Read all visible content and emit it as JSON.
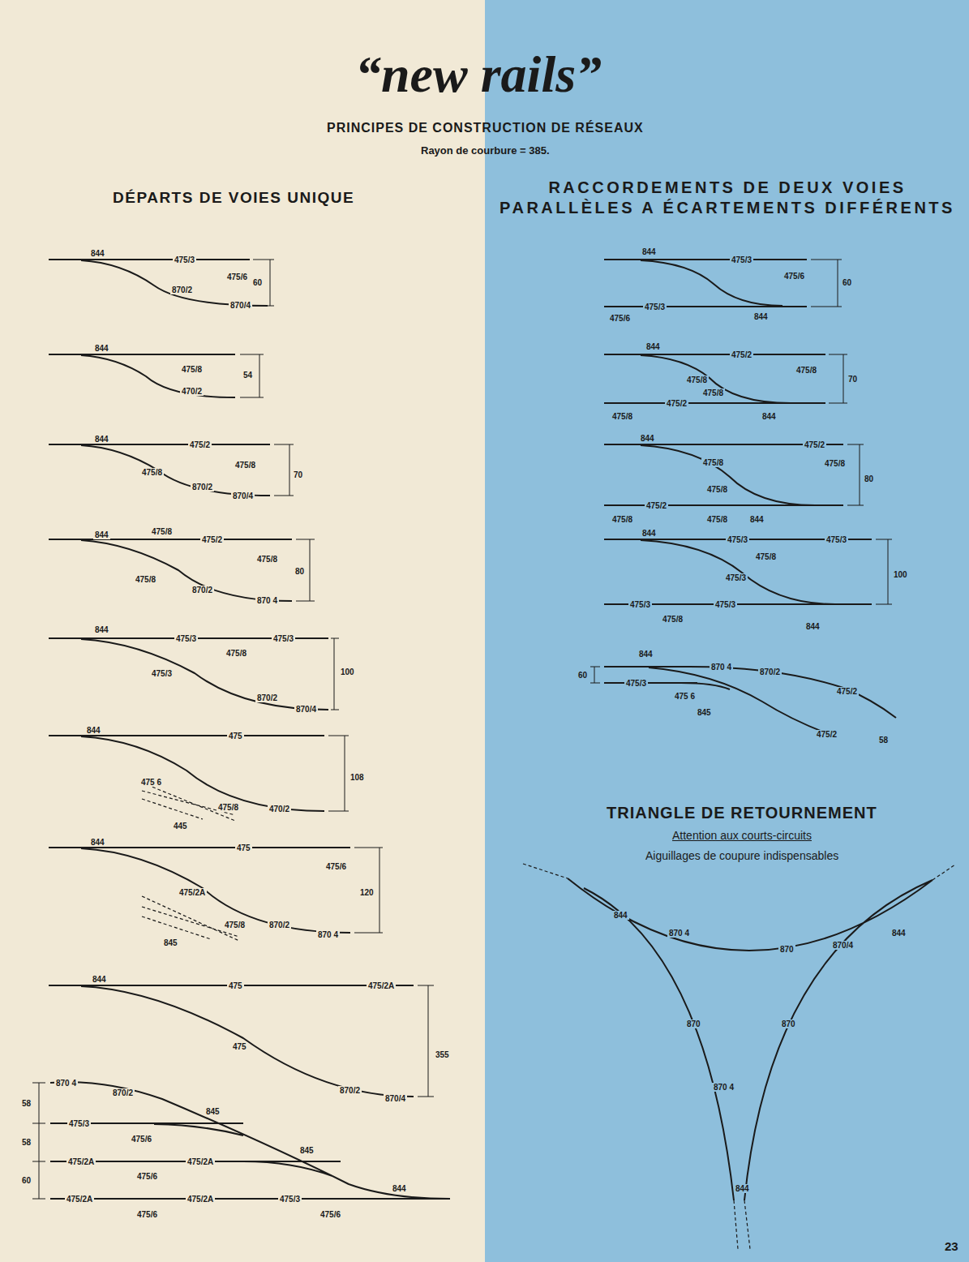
{
  "diagram": {
    "title": "“new rails”",
    "labels": [
      "PRINCIPES DE CONSTRUCTION DE RÉSEAUX",
      "Rayon de courbure = 385.",
      "DÉPARTS DE VOIES UNIQUE",
      "RACCORDEMENTS DE DEUX VOIES PARALLÈLES A ÉCARTEMENTS DIFFÉRENTS",
      "844",
      "475/3",
      "475/6",
      "870/2",
      "870/4",
      "60",
      "844",
      "475/8",
      "470/2",
      "54",
      "844",
      "475/2",
      "475/8",
      "475/8",
      "870/2",
      "870/4",
      "70",
      "844",
      "475/8",
      "475/2",
      "475/8",
      "475/8",
      "870/2",
      "870 4",
      "80",
      "844",
      "475/3",
      "475/8",
      "475/3",
      "475/3",
      "870/2",
      "870/4",
      "100",
      "844",
      "475",
      "475 6",
      "475/8",
      "470/2",
      "445",
      "108",
      "844",
      "475",
      "475/6",
      "475/2A",
      "475/8",
      "870/2",
      "870 4",
      "845",
      "120",
      "844",
      "475",
      "475/2A",
      "475",
      "870/2",
      "870/4",
      "355",
      "870 4",
      "870/2",
      "845",
      "475/3",
      "475/6",
      "845",
      "475/2A",
      "475/6",
      "475/2A",
      "844",
      "475/2A",
      "475/6",
      "475/2A",
      "475/3",
      "475/6",
      "58",
      "58",
      "60",
      "844",
      "475/3",
      "475/6",
      "475/3",
      "475/6",
      "844",
      "60",
      "844",
      "475/2",
      "475/8",
      "475/8",
      "475/8",
      "475/2",
      "475/8",
      "844",
      "70",
      "844",
      "475/8",
      "475/2",
      "475/8",
      "475/8",
      "475/2",
      "475/8",
      "475/8",
      "844",
      "80",
      "844",
      "475/3",
      "475/3",
      "475/8",
      "475/3",
      "475/3",
      "475/8",
      "475/3",
      "844",
      "100",
      "844",
      "870 4",
      "870/2",
      "475/2",
      "475/3",
      "475 6",
      "845",
      "475/2",
      "60",
      "58",
      "TRIANGLE DE RETOURNEMENT",
      "Attention aux courts-circuits",
      "Aiguillages de coupure indispensables",
      "844",
      "870 4",
      "870",
      "844",
      "870/4",
      "870",
      "870",
      "870 4",
      "844",
      "23"
    ]
  }
}
